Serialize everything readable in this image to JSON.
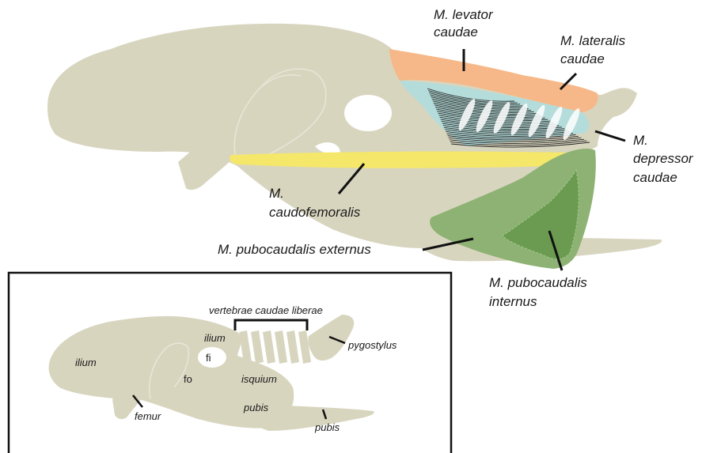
{
  "main_figure": {
    "labels": {
      "levator_line1": "M. levator",
      "levator_line2": "caudae",
      "lateralis_line1": "M. lateralis",
      "lateralis_line2": "caudae",
      "depressor_line1": "M.",
      "depressor_line2": "depressor",
      "depressor_line3": "caudae",
      "caudofemoralis_line1": "M.",
      "caudofemoralis_line2": "caudofemoralis",
      "pubocaudalis_externus": "M. pubocaudalis externus",
      "pubocaudalis_internus_line1": "M. pubocaudalis",
      "pubocaudalis_internus_line2": "internus"
    },
    "colors": {
      "bone": "#d8d5bf",
      "levator_caudae": "#f6b888",
      "lateralis_caudae": "#b4dcda",
      "caudofemoralis": "#f5e76a",
      "pubocaudalis_externus": "#8db273",
      "pubocaudalis_internus": "#6a9b50"
    }
  },
  "inset": {
    "labels": {
      "vertebrae": "vertebrae caudae liberae",
      "ilium_left": "ilium",
      "ilium_top": "ilium",
      "fi": "fi",
      "fo": "fo",
      "isquium": "isquium",
      "pygostylus": "pygostylus",
      "femur": "femur",
      "pubis_inner": "pubis",
      "pubis_outer": "pubis"
    }
  }
}
